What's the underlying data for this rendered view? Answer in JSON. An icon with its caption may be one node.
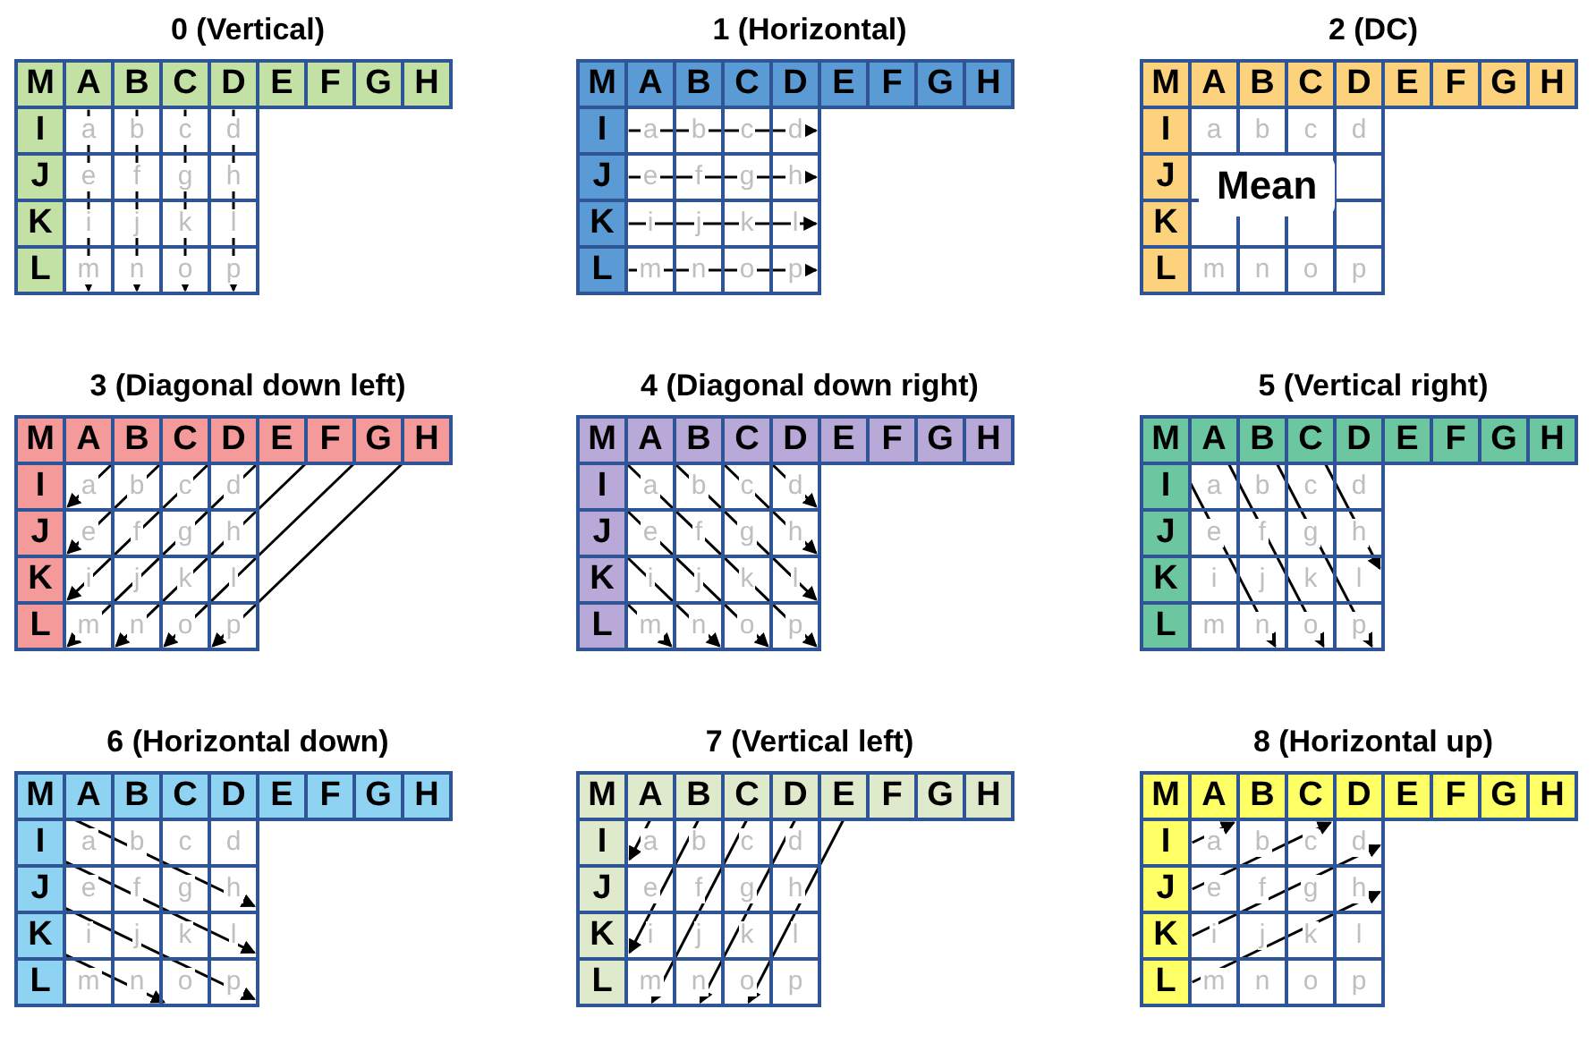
{
  "diagram": {
    "labels": [
      "0 (Vertical)",
      "M",
      "A",
      "B",
      "C",
      "D",
      "E",
      "F",
      "G",
      "H",
      "I",
      "a",
      "b",
      "c",
      "d",
      "J",
      "e",
      "f",
      "g",
      "h",
      "K",
      "i",
      "j",
      "k",
      "l",
      "L",
      "m",
      "n",
      "o",
      "p",
      "1 (Horizontal)",
      "M",
      "A",
      "B",
      "C",
      "D",
      "E",
      "F",
      "G",
      "H",
      "I",
      "a",
      "b",
      "c",
      "d",
      "J",
      "e",
      "f",
      "g",
      "h",
      "K",
      "i",
      "j",
      "k",
      "l",
      "L",
      "m",
      "n",
      "o",
      "p",
      "2 (DC)",
      "M",
      "A",
      "B",
      "C",
      "D",
      "E",
      "F",
      "G",
      "H",
      "I",
      "a",
      "b",
      "c",
      "d",
      "J",
      "Mean",
      "K",
      "L",
      "m",
      "n",
      "o",
      "p",
      "3 (Diagonal down left)",
      "M",
      "A",
      "B",
      "C",
      "D",
      "E",
      "F",
      "G",
      "H",
      "I",
      "a",
      "b",
      "c",
      "d",
      "J",
      "e",
      "f",
      "g",
      "h",
      "K",
      "i",
      "j",
      "k",
      "l",
      "L",
      "m",
      "n",
      "o",
      "p",
      "4 (Diagonal down right)",
      "M",
      "A",
      "B",
      "C",
      "D",
      "E",
      "F",
      "G",
      "H",
      "I",
      "a",
      "b",
      "c",
      "d",
      "J",
      "e",
      "f",
      "g",
      "h",
      "K",
      "i",
      "j",
      "k",
      "l",
      "L",
      "m",
      "n",
      "o",
      "p",
      "5 (Vertical right)",
      "M",
      "A",
      "B",
      "C",
      "D",
      "E",
      "F",
      "G",
      "H",
      "I",
      "a",
      "b",
      "c",
      "d",
      "J",
      "e",
      "f",
      "g",
      "h",
      "K",
      "i",
      "j",
      "k",
      "l",
      "L",
      "m",
      "n",
      "o",
      "p",
      "6 (Horizontal down)",
      "M",
      "A",
      "B",
      "C",
      "D",
      "E",
      "F",
      "G",
      "H",
      "I",
      "a",
      "b",
      "c",
      "d",
      "J",
      "e",
      "f",
      "g",
      "h",
      "K",
      "i",
      "j",
      "k",
      "l",
      "L",
      "m",
      "n",
      "o",
      "p",
      "7 (Vertical left)",
      "M",
      "A",
      "B",
      "C",
      "D",
      "E",
      "F",
      "G",
      "H",
      "I",
      "a",
      "b",
      "c",
      "d",
      "J",
      "e",
      "f",
      "g",
      "h",
      "K",
      "i",
      "j",
      "k",
      "l",
      "L",
      "m",
      "n",
      "o",
      "p",
      "8 (Horizontal up)",
      "M",
      "A",
      "B",
      "C",
      "D",
      "E",
      "F",
      "G",
      "H",
      "I",
      "a",
      "b",
      "c",
      "d",
      "J",
      "e",
      "f",
      "g",
      "h",
      "K",
      "i",
      "j",
      "k",
      "l",
      "L",
      "m",
      "n",
      "o",
      "p"
    ]
  }
}
